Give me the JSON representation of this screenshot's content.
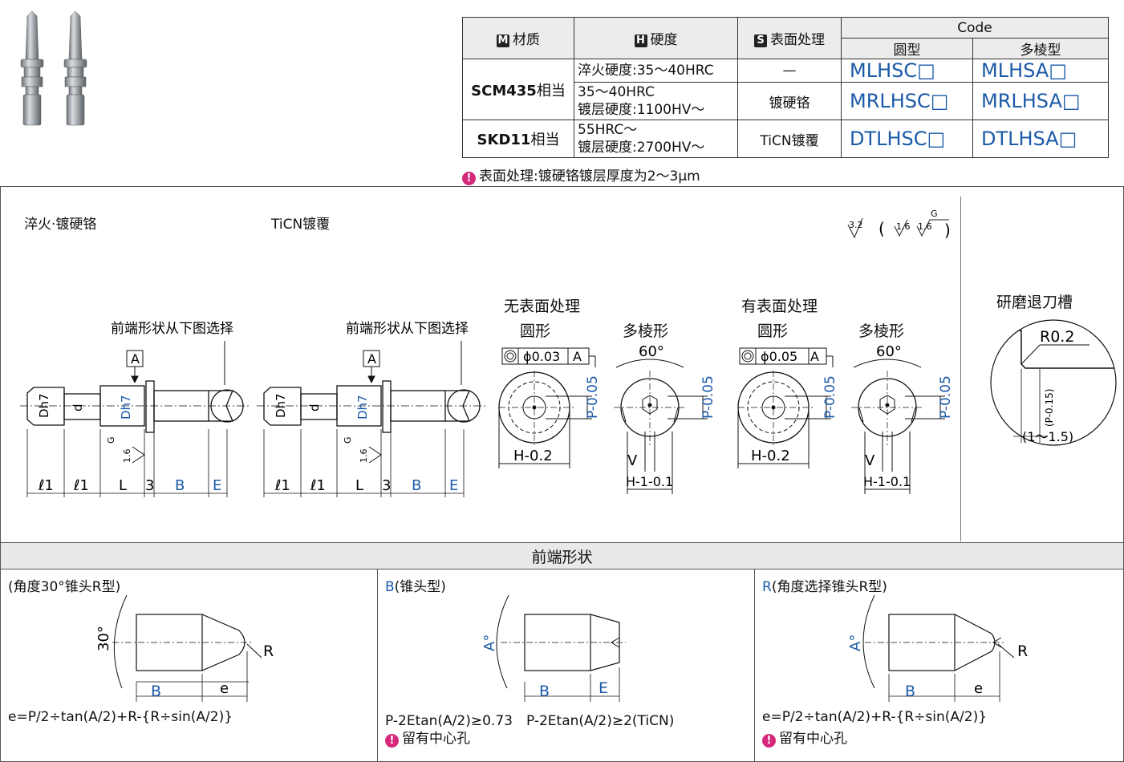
{
  "table": {
    "headers": {
      "material": "材质",
      "material_badge": "M",
      "hardness": "硬度",
      "hardness_badge": "H",
      "surface": "表面处理",
      "surface_badge": "S",
      "code": "Code",
      "round": "圆型",
      "polygon": "多棱型"
    },
    "rows": [
      {
        "material_bold": "SCM435",
        "material_suffix": "相当",
        "hardness_1": "淬火硬度:35～40HRC",
        "hardness_2": "",
        "surface": "—",
        "code_round": "MLHSC□",
        "code_poly": "MLHSA□"
      },
      {
        "material_bold": "",
        "material_suffix": "",
        "hardness_1": "35～40HRC",
        "hardness_2": "镀层硬度:1100HV～",
        "surface": "镀硬铬",
        "code_round": "MRLHSC□",
        "code_poly": "MRLHSA□"
      },
      {
        "material_bold": "SKD11",
        "material_suffix": "相当",
        "hardness_1": "55HRC～",
        "hardness_2": "镀层硬度:2700HV～",
        "surface": "TiCN镀覆",
        "code_round": "DTLHSC□",
        "code_poly": "DTLHSA□"
      }
    ],
    "note": "表面处理:镀硬铬镀层厚度为2～3μm"
  },
  "drawings": {
    "label_left": "淬火·镀硬铬",
    "label_mid": "TiCN镀覆",
    "tip_select": "前端形状从下图选择",
    "datum": "A",
    "dims": [
      "ℓ1",
      "ℓ1",
      "L",
      "3",
      "B",
      "E"
    ],
    "d_h7": "Dh7",
    "d_small": "d",
    "roughness": "3.2",
    "roughness_paren": "( 1.6 / 1.6 G )",
    "G": "G",
    "r16": "1.6",
    "no_surface": "无表面处理",
    "with_surface": "有表面处理",
    "round": "圆形",
    "polygon": "多棱形",
    "tol_1": "0.03",
    "tol_2": "0.05",
    "angle60": "60°",
    "P_tol": "P-0.05",
    "H_tol": "H-0.2",
    "H_tol2": "H-1-0.1",
    "V": "V",
    "groove_title": "研磨退刀槽",
    "groove_R": "R0.2",
    "groove_P": "(P-0.15)",
    "groove_range": "(1～1.5)"
  },
  "tips": {
    "section_title": "前端形状",
    "panel1_title": "(角度30°锥头R型)",
    "panel1_angle": "30°",
    "panel1_B": "B",
    "panel1_e": "e",
    "panel1_R": "R",
    "panel1_formula": "e=P/2÷tan(A/2)+R-{R÷sin(A/2)}",
    "panel2_title_prefix": "B",
    "panel2_title": "(锥头型)",
    "panel2_angle": "A°",
    "panel2_B": "B",
    "panel2_E": "E",
    "panel2_formula": "P-2Etan(A/2)≥0.73　P-2Etan(A/2)≥2(TiCN)",
    "panel2_note": "留有中心孔",
    "panel3_title_prefix": "R",
    "panel3_title": "(角度选择锥头R型)",
    "panel3_angle": "A°",
    "panel3_B": "B",
    "panel3_e": "e",
    "panel3_R": "R",
    "panel3_formula": "e=P/2÷tan(A/2)+R-{R÷sin(A/2)}",
    "panel3_note": "留有中心孔"
  }
}
